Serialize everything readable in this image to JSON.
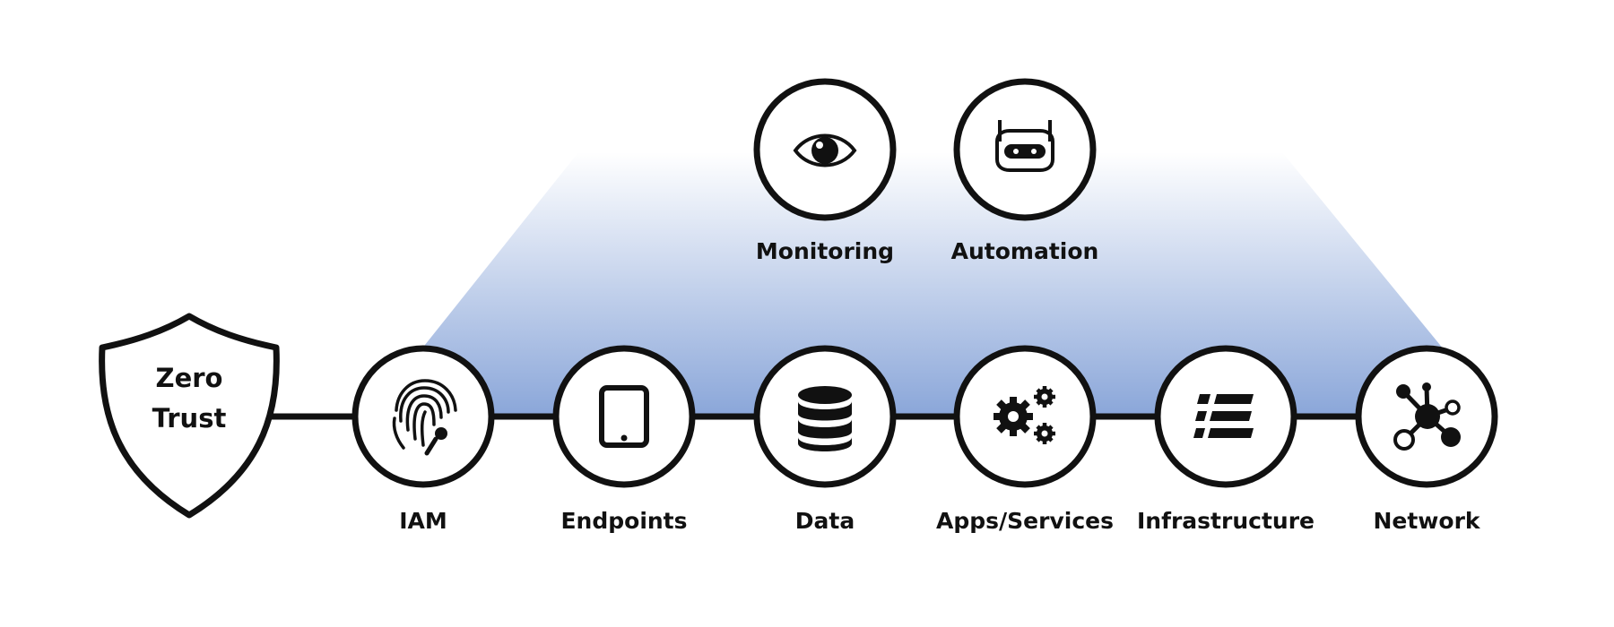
{
  "colors": {
    "stroke": "#111111",
    "band_top": "#ffffff",
    "band_bottom": "#8aa6d9"
  },
  "shield": {
    "line1": "Zero",
    "line2": "Trust"
  },
  "pillars": [
    {
      "label": "IAM",
      "icon": "fingerprint-icon"
    },
    {
      "label": "Endpoints",
      "icon": "tablet-icon"
    },
    {
      "label": "Data",
      "icon": "database-icon"
    },
    {
      "label": "Apps/Services",
      "icon": "gears-icon"
    },
    {
      "label": "Infrastructure",
      "icon": "infrastructure-list-icon"
    },
    {
      "label": "Network",
      "icon": "network-nodes-icon"
    }
  ],
  "capabilities": [
    {
      "label": "Monitoring",
      "icon": "eye-icon"
    },
    {
      "label": "Automation",
      "icon": "robot-icon"
    }
  ]
}
